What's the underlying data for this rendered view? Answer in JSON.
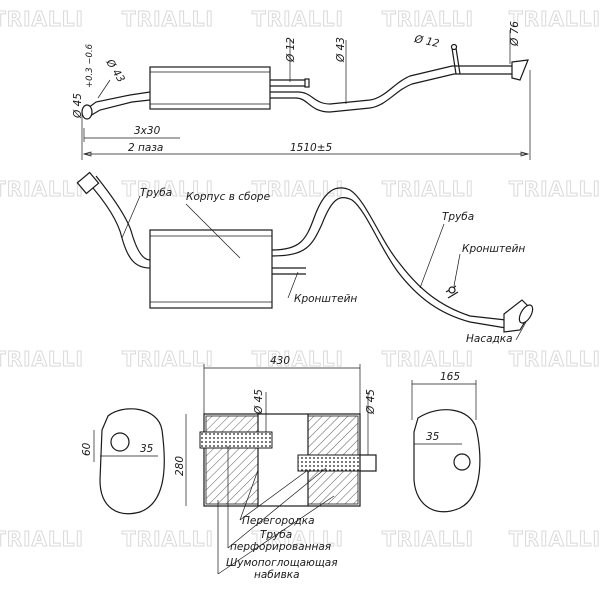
{
  "watermark": {
    "brand": "TRIALLI"
  },
  "top_view": {
    "dims": {
      "inlet_diameter": "Ø 45",
      "inlet_tolerance": "+0.3 −0.6",
      "bend_diameter": "Ø 43",
      "bracket_diameter_1": "Ø 12",
      "pipe_diameter": "Ø 43",
      "bracket_diameter_2": "Ø 12",
      "outlet_diameter": "Ø 76",
      "slot": "3x30",
      "slot_count": "2 паза",
      "total_length": "1510±5"
    }
  },
  "side_view": {
    "labels": {
      "pipe_1": "Труба",
      "body": "Корпус в сборе",
      "pipe_2": "Труба",
      "bracket_1": "Кронштейн",
      "bracket_2": "Кронштейн",
      "tip": "Насадка"
    }
  },
  "section_view": {
    "dims": {
      "length": "430",
      "pipe_left": "Ø 45",
      "pipe_right": "Ø 45",
      "height": "280",
      "width": "165",
      "left_offset_v": "60",
      "left_offset_h": "35",
      "right_offset_h": "35"
    },
    "labels": {
      "baffle": "Перегородка",
      "perf_pipe_line1": "Труба",
      "perf_pipe_line2": "перфорированная",
      "packing_line1": "Шумопоглощающая",
      "packing_line2": "набивка"
    }
  }
}
